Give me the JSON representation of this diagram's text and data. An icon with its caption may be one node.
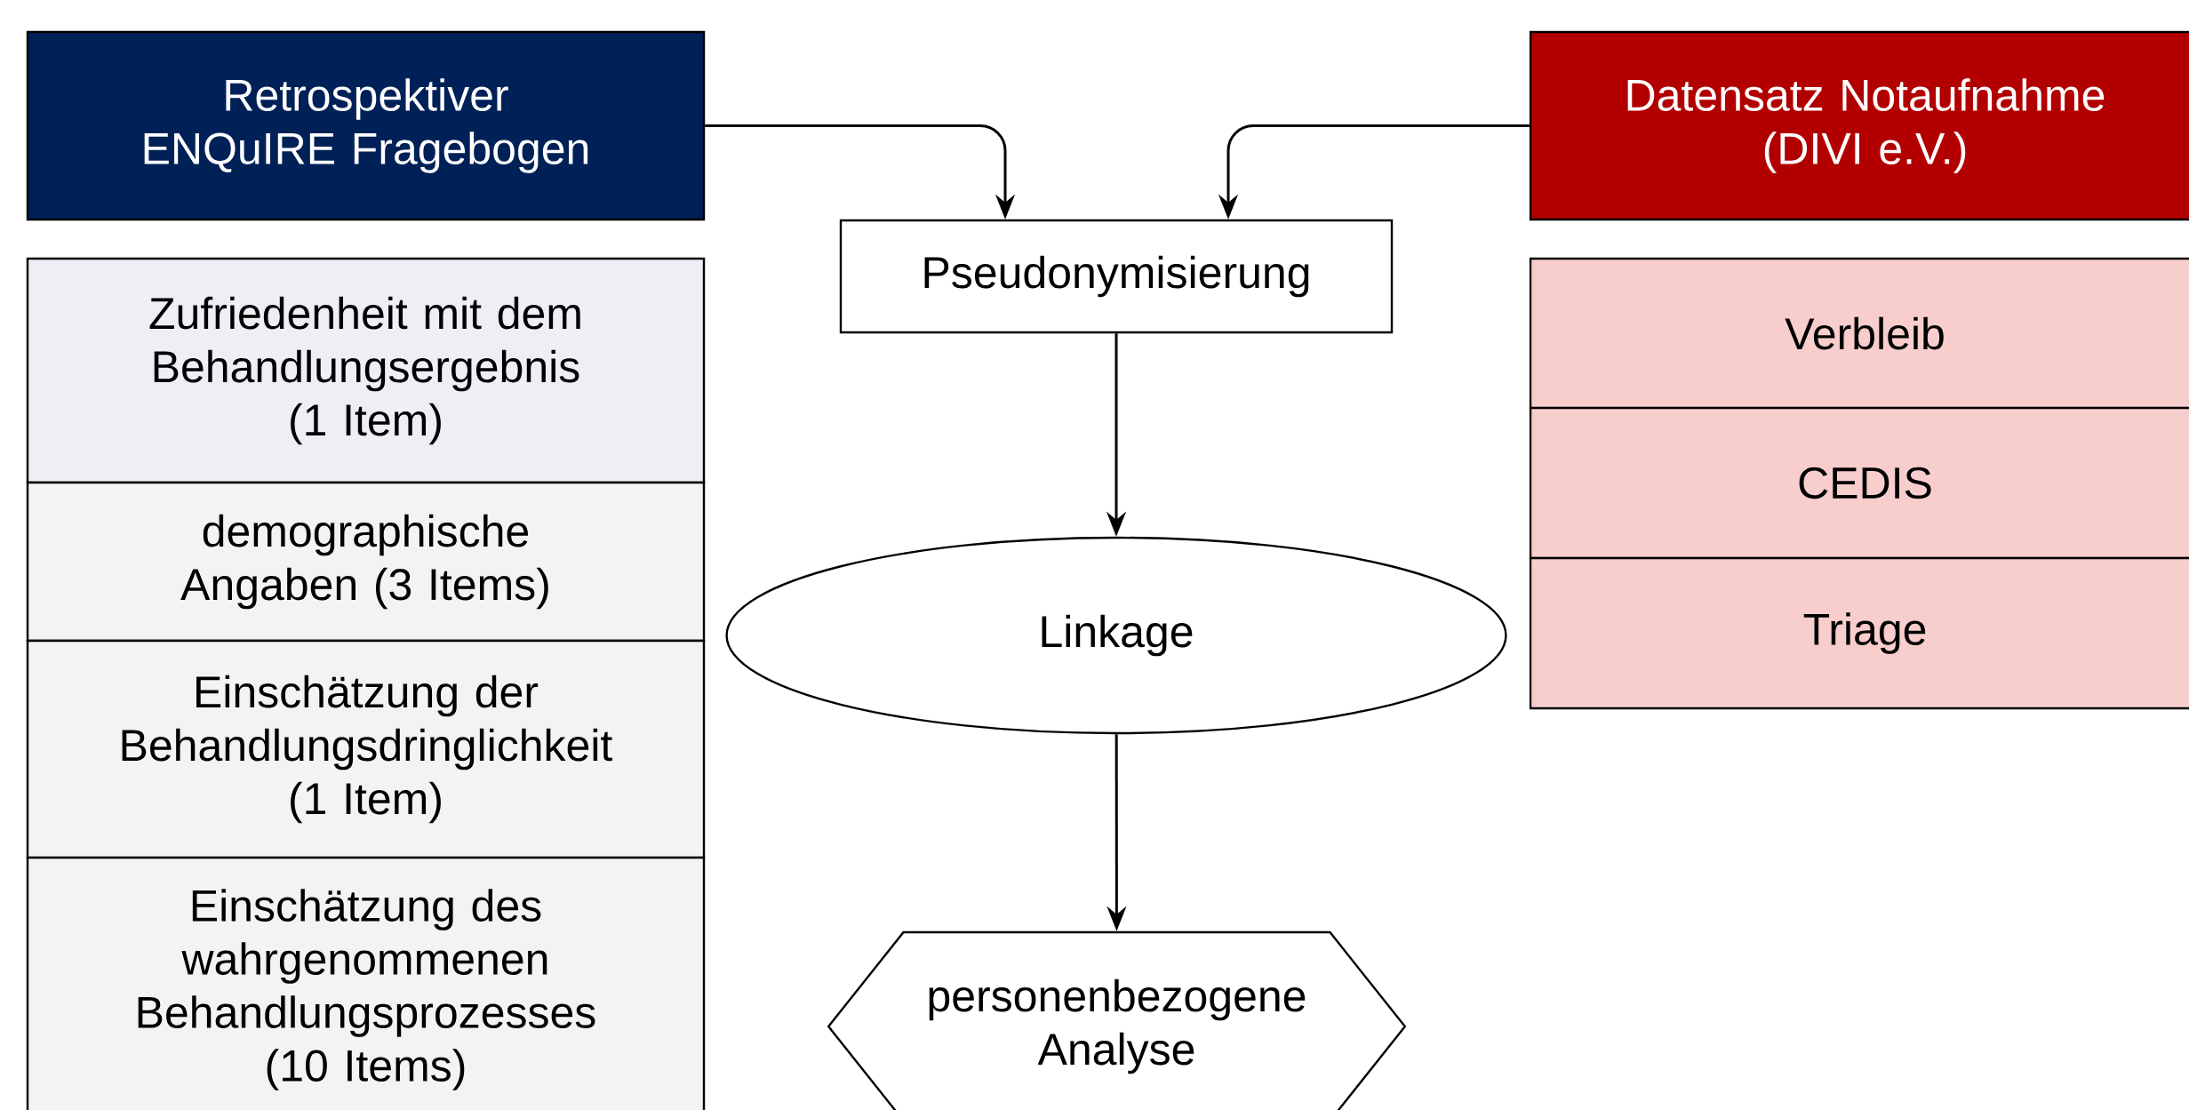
{
  "diagram": {
    "nodes": [
      {
        "text": [
          "Retrospektiver ENQuIRE Fragebogen"
        ]
      },
      {
        "text": [
          "Zufriedenheit mit dem Behandlungsergebnis (1 Item)"
        ]
      },
      {
        "text": [
          "demographische Angaben (3 Items)"
        ]
      },
      {
        "text": [
          "Einschätzung der Behandlungsdringlichkeit (1 Item)"
        ]
      },
      {
        "text": [
          "Einschätzung des wahrgenommenen Behandlungsprozesses (10 Items)"
        ]
      },
      {
        "text": [
          "Datensatz Notaufnahme (DIVI e.V.)"
        ]
      },
      {
        "text": [
          "Verbleib"
        ]
      },
      {
        "text": [
          "CEDIS"
        ]
      },
      {
        "text": [
          "Triage"
        ]
      },
      {
        "text": [
          "Pseudonymisierung"
        ]
      },
      {
        "text": [
          "Linkage"
        ]
      },
      {
        "text": [
          "personenbezogene Analyse"
        ]
      }
    ],
    "edges": [
      {
        "from": 0,
        "to": 9,
        "arrow": "to"
      },
      {
        "from": 5,
        "to": 9,
        "arrow": "to"
      },
      {
        "from": 9,
        "to": 10,
        "arrow": "to"
      },
      {
        "from": 10,
        "to": 11,
        "arrow": "to"
      }
    ]
  }
}
